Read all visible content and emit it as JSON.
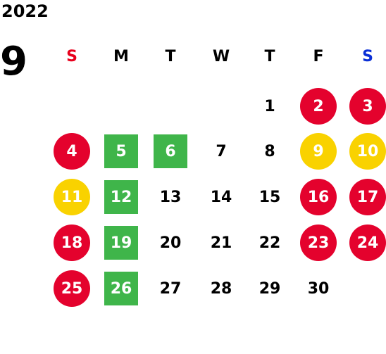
{
  "calendar": {
    "year": "2022",
    "month": "9",
    "weekdays": [
      {
        "label": "S",
        "color": "#e8001c"
      },
      {
        "label": "M",
        "color": "#000000"
      },
      {
        "label": "T",
        "color": "#000000"
      },
      {
        "label": "W",
        "color": "#000000"
      },
      {
        "label": "T",
        "color": "#000000"
      },
      {
        "label": "F",
        "color": "#000000"
      },
      {
        "label": "S",
        "color": "#0a2fd6"
      }
    ],
    "colors": {
      "red": "#e4022d",
      "yellow": "#f9d200",
      "green": "#3fb54a"
    },
    "weeks": [
      [
        null,
        null,
        null,
        null,
        {
          "day": "1"
        },
        {
          "day": "2",
          "mark": "red-circle"
        },
        {
          "day": "3",
          "mark": "red-circle"
        }
      ],
      [
        {
          "day": "4",
          "mark": "red-circle"
        },
        {
          "day": "5",
          "mark": "green-square"
        },
        {
          "day": "6",
          "mark": "green-square"
        },
        {
          "day": "7"
        },
        {
          "day": "8"
        },
        {
          "day": "9",
          "mark": "yellow-circle"
        },
        {
          "day": "10",
          "mark": "yellow-circle"
        }
      ],
      [
        {
          "day": "11",
          "mark": "yellow-circle"
        },
        {
          "day": "12",
          "mark": "green-square"
        },
        {
          "day": "13"
        },
        {
          "day": "14"
        },
        {
          "day": "15"
        },
        {
          "day": "16",
          "mark": "red-circle"
        },
        {
          "day": "17",
          "mark": "red-circle"
        }
      ],
      [
        {
          "day": "18",
          "mark": "red-circle"
        },
        {
          "day": "19",
          "mark": "green-square"
        },
        {
          "day": "20"
        },
        {
          "day": "21"
        },
        {
          "day": "22"
        },
        {
          "day": "23",
          "mark": "red-circle"
        },
        {
          "day": "24",
          "mark": "red-circle"
        }
      ],
      [
        {
          "day": "25",
          "mark": "red-circle"
        },
        {
          "day": "26",
          "mark": "green-square"
        },
        {
          "day": "27"
        },
        {
          "day": "28"
        },
        {
          "day": "29"
        },
        {
          "day": "30"
        },
        null
      ]
    ]
  }
}
